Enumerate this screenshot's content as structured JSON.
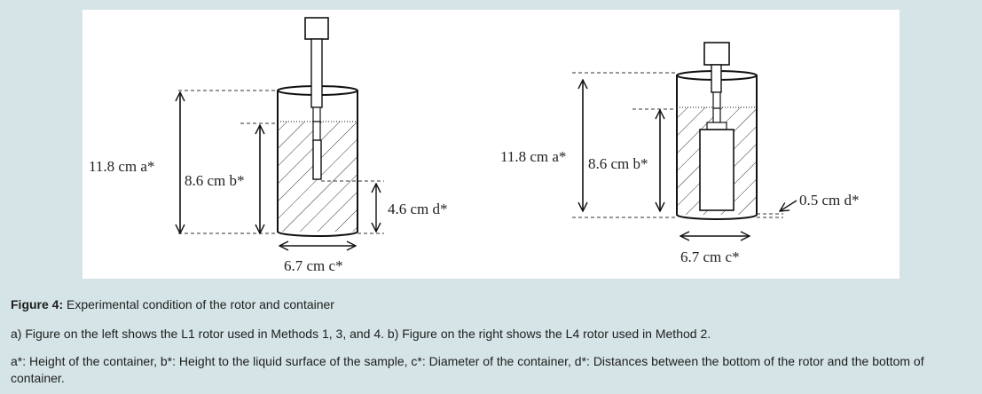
{
  "diagram": {
    "left": {
      "height_label": "11.8 cm a*",
      "liquid_label": "8.6 cm b*",
      "diameter_label": "6.7 cm c*",
      "gap_label": "4.6 cm d*"
    },
    "right": {
      "height_label": "11.8 cm a*",
      "liquid_label": "8.6 cm b*",
      "diameter_label": "6.7 cm c*",
      "gap_label": "0.5 cm d*"
    }
  },
  "caption": {
    "figure_number": "Figure 4:",
    "title": " Experimental condition of the rotor and container",
    "line_a": "a) Figure on the left shows the L1 rotor used in Methods 1, 3, and 4. b) Figure on the right shows the L4 rotor used in Method 2.",
    "line_b": "a*: Height of the container, b*: Height to the liquid surface of the sample, c*: Diameter of the container, d*: Distances between the bottom of the rotor and the bottom of container."
  }
}
